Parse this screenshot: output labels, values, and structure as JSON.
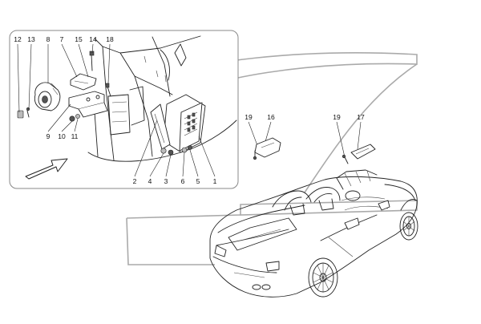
{
  "colors": {
    "line": "#222222",
    "band": "#aaaaaa",
    "panel_border": "#888888",
    "background": "#ffffff"
  },
  "callouts": {
    "c12": "12",
    "c13": "13",
    "c8": "8",
    "c7": "7",
    "c15": "15",
    "c14": "14",
    "c18": "18",
    "c9": "9",
    "c10": "10",
    "c11": "11",
    "c2": "2",
    "c4": "4",
    "c3": "3",
    "c6": "6",
    "c5": "5",
    "c1": "1",
    "c19a": "19",
    "c16": "16",
    "c19b": "19",
    "c17": "17"
  },
  "icons": {
    "direction_arrow": "direction-arrow-icon"
  }
}
